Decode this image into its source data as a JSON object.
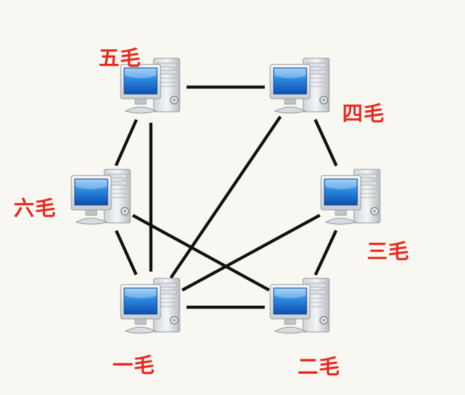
{
  "colors": {
    "background": "#f8f7f1",
    "label": "#e8281c",
    "link": "#111111",
    "screen": "#1d6fd0"
  },
  "computer_icon": "desktop-computer-icon",
  "nodes": {
    "wu": {
      "label": "五毛"
    },
    "si": {
      "label": "四毛"
    },
    "liu": {
      "label": "六毛"
    },
    "san": {
      "label": "三毛"
    },
    "yi": {
      "label": "一毛"
    },
    "er": {
      "label": "二毛"
    }
  },
  "connections": [
    [
      "wu",
      "si"
    ],
    [
      "wu",
      "liu"
    ],
    [
      "wu",
      "yi"
    ],
    [
      "si",
      "san"
    ],
    [
      "si",
      "yi"
    ],
    [
      "liu",
      "yi"
    ],
    [
      "liu",
      "er"
    ],
    [
      "san",
      "yi"
    ],
    [
      "san",
      "er"
    ],
    [
      "yi",
      "er"
    ]
  ]
}
